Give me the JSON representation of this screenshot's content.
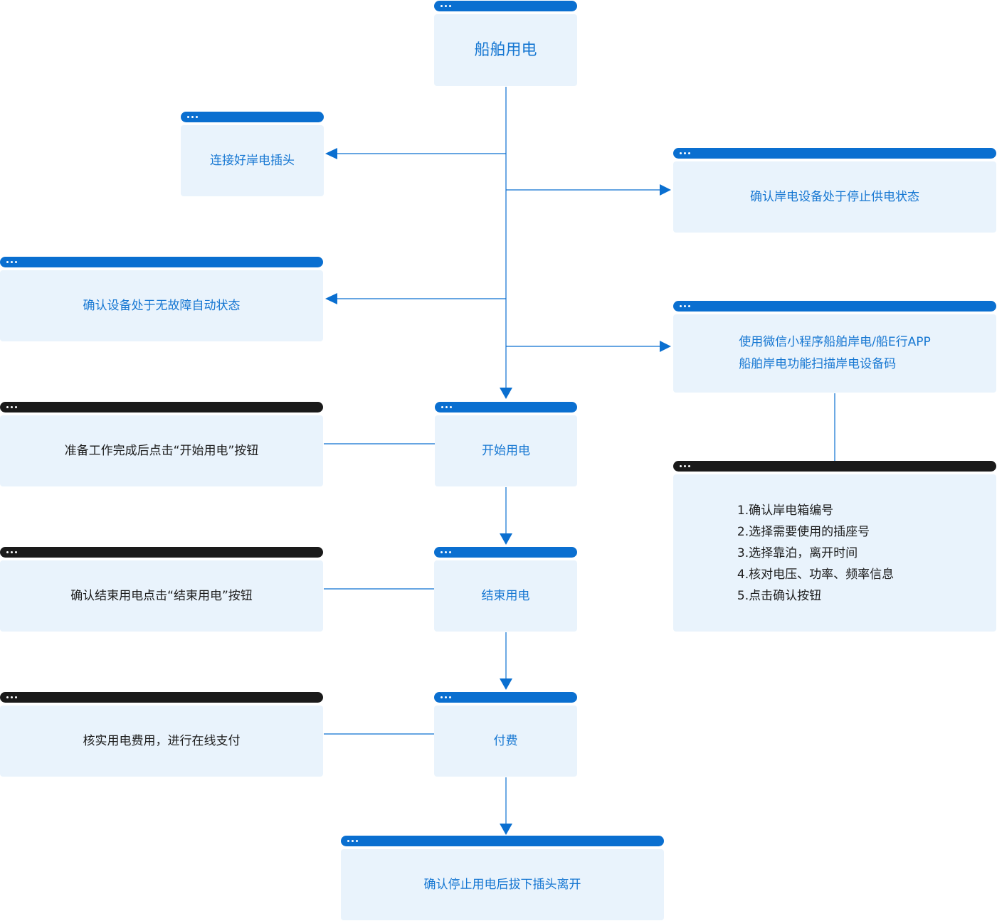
{
  "nodes": {
    "title": {
      "label": "船舶用电"
    },
    "connect_plug": {
      "label": "连接好岸电插头"
    },
    "confirm_shore_stopped": {
      "label": "确认岸电设备处于停止供电状态"
    },
    "confirm_no_fault": {
      "label": "确认设备处于无故障自动状态"
    },
    "scan_code": {
      "lines": [
        "使用微信小程序船舶岸电/船E行APP",
        "船舶岸电功能扫描岸电设备码"
      ]
    },
    "steps": {
      "lines": [
        "1.确认岸电箱编号",
        "2.选择需要使用的插座号",
        "3.选择靠泊，离开时间",
        "4.核对电压、功率、频率信息",
        "5.点击确认按钮"
      ]
    },
    "start_power": {
      "label": "开始用电"
    },
    "start_note": {
      "label": "准备工作完成后点击“开始用电”按钮"
    },
    "end_power": {
      "label": "结束用电"
    },
    "end_note": {
      "label": "确认结束用电点击“结束用电”按钮"
    },
    "pay": {
      "label": "付费"
    },
    "pay_note": {
      "label": "核实用电费用，进行在线支付"
    },
    "leave": {
      "label": "确认停止用电后拔下插头离开"
    }
  },
  "colors": {
    "accent": "#0a6fd0",
    "text_blue": "#1677d2",
    "card_bg": "#e9f3fc",
    "dark_bar": "#1a1a1a"
  }
}
